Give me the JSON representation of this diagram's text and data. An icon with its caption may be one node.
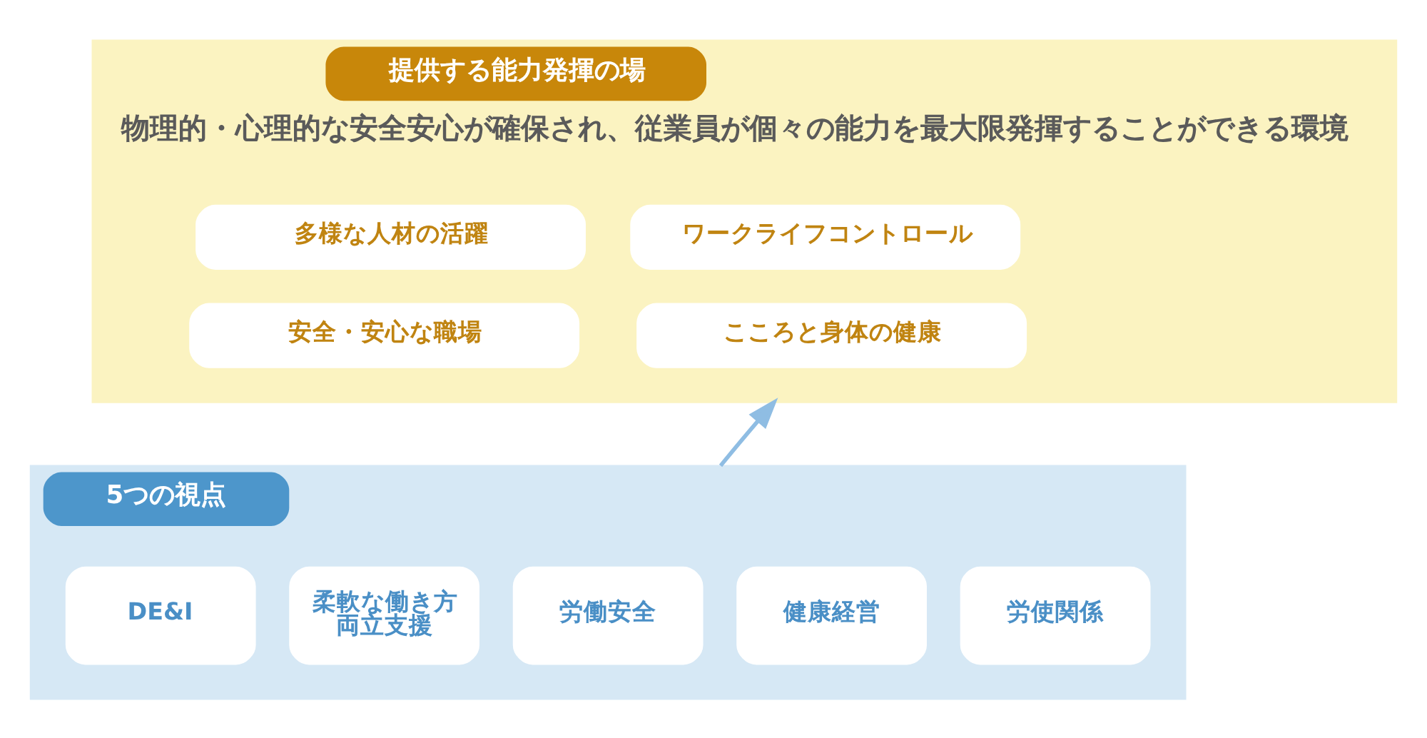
{
  "diagram": {
    "nodes": [
      {
        "text": [
          "提供する能力発揮の場",
          "物理的・心理的な安全安心が確保され、従業員が個々の能力を最大限発揮することができる環境"
        ]
      },
      {
        "text": [
          "多様な人材の活躍"
        ],
        "in": 0
      },
      {
        "text": [
          "ワークライフコントロール"
        ],
        "in": 0
      },
      {
        "text": [
          "安全・安心な職場"
        ],
        "in": 0
      },
      {
        "text": [
          "こころと身体の健康"
        ],
        "in": 0
      },
      {
        "text": [
          "5つの視点"
        ]
      },
      {
        "text": [
          "DE&I"
        ],
        "in": 5
      },
      {
        "text": [
          "柔軟な働き方両立支援"
        ],
        "in": 5
      },
      {
        "text": [
          "労働安全"
        ],
        "in": 5
      },
      {
        "text": [
          "健康経営"
        ],
        "in": 5
      },
      {
        "text": [
          "労使関係"
        ],
        "in": 5
      }
    ],
    "edges": [
      {
        "from": 5,
        "to": 0,
        "arrow": "to"
      }
    ]
  }
}
